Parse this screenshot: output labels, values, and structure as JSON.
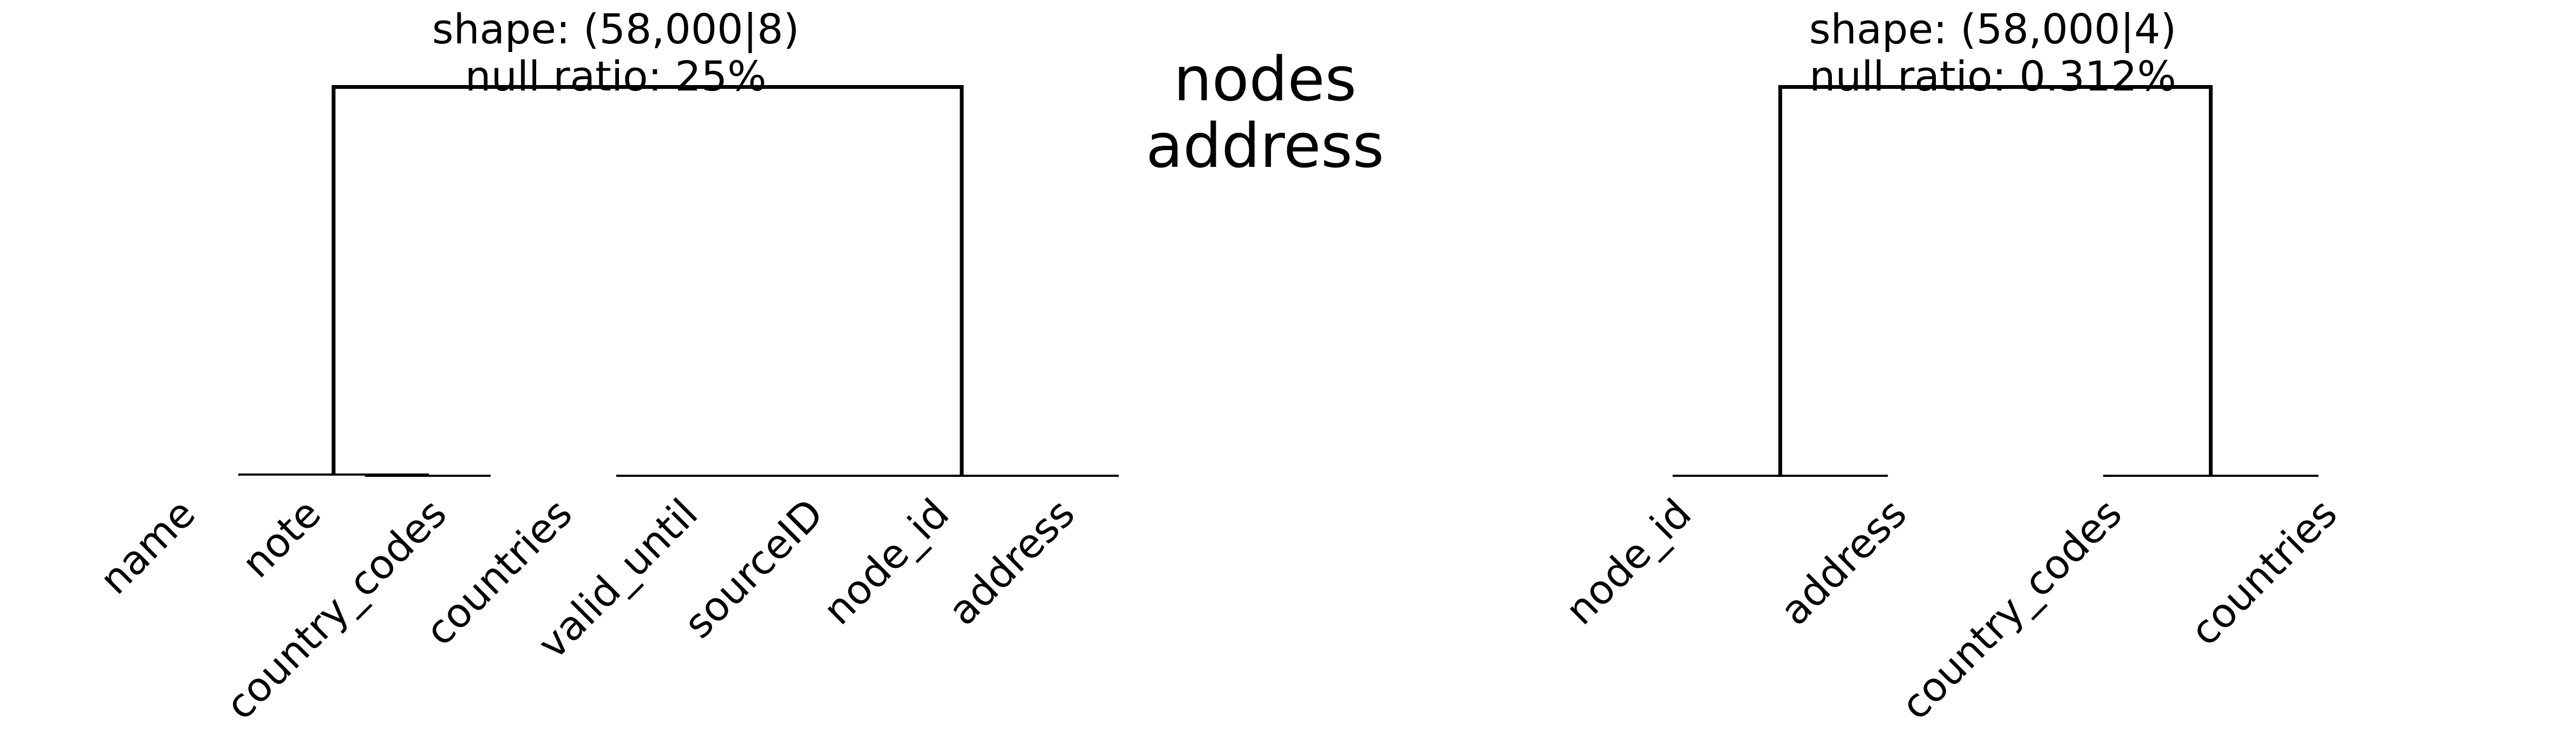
{
  "figure": {
    "title_lines": [
      "nodes",
      "address"
    ]
  },
  "chart_data": [
    {
      "type": "dendrogram",
      "title_lines": [
        "shape: (58,000|8)",
        "null ratio: 25%"
      ],
      "leaves": [
        "name",
        "note",
        "country_codes",
        "countries",
        "valid_until",
        "sourceID",
        "node_id",
        "address"
      ],
      "links": [
        {
          "x": [
            20,
            20,
            30,
            30
          ],
          "y": [
            0,
            0,
            0,
            0
          ]
        },
        {
          "x": [
            40,
            40,
            50,
            50
          ],
          "y": [
            0,
            0,
            0,
            0
          ]
        },
        {
          "x": [
            60,
            60,
            70,
            70
          ],
          "y": [
            0,
            0,
            0,
            0
          ]
        },
        {
          "x": [
            45,
            45,
            65,
            65
          ],
          "y": [
            0,
            0,
            0,
            0
          ]
        },
        {
          "x": [
            10,
            10,
            25,
            25
          ],
          "y": [
            0,
            0.003,
            0.003,
            0
          ]
        },
        {
          "x": [
            55,
            55,
            80,
            80
          ],
          "y": [
            0,
            0,
            0,
            0
          ]
        },
        {
          "x": [
            17.5,
            17.5,
            67.5,
            67.5
          ],
          "y": [
            0.003,
            1,
            1,
            0
          ]
        }
      ],
      "ylim": [
        0,
        1.14
      ],
      "grid": false,
      "line_color": "#000000"
    },
    {
      "type": "dendrogram",
      "title_lines": [
        "shape: (58,000|4)",
        "null ratio: 0.312%"
      ],
      "leaves": [
        "node_id",
        "address",
        "country_codes",
        "countries"
      ],
      "links": [
        {
          "x": [
            5,
            5,
            15,
            15
          ],
          "y": [
            0,
            0,
            0,
            0
          ]
        },
        {
          "x": [
            25,
            25,
            35,
            35
          ],
          "y": [
            0,
            0,
            0,
            0
          ]
        },
        {
          "x": [
            10,
            10,
            30,
            30
          ],
          "y": [
            0,
            1,
            1,
            0
          ]
        }
      ],
      "ylim": [
        0,
        1.14
      ],
      "grid": false,
      "line_color": "#000000"
    }
  ]
}
